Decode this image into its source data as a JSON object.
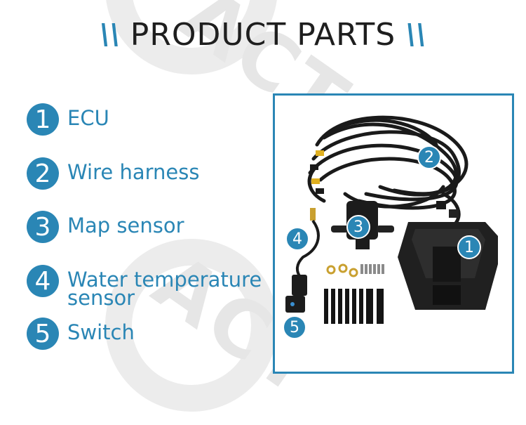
{
  "watermark": {
    "text": "ACT"
  },
  "title": {
    "slash_left": "\\\\",
    "text": "PRODUCT PARTS",
    "slash_right": "\\\\"
  },
  "parts": [
    {
      "num": "1",
      "label": "ECU"
    },
    {
      "num": "2",
      "label": "Wire harness"
    },
    {
      "num": "3",
      "label": "Map sensor"
    },
    {
      "num": "4",
      "label": "Water temperature sensor"
    },
    {
      "num": "5",
      "label": "Switch"
    }
  ],
  "photo": {
    "markers": [
      "1",
      "2",
      "3",
      "4",
      "5"
    ]
  },
  "colors": {
    "accent": "#2a86b5",
    "frame": "#2a86b5",
    "title": "#1e1e1e"
  }
}
